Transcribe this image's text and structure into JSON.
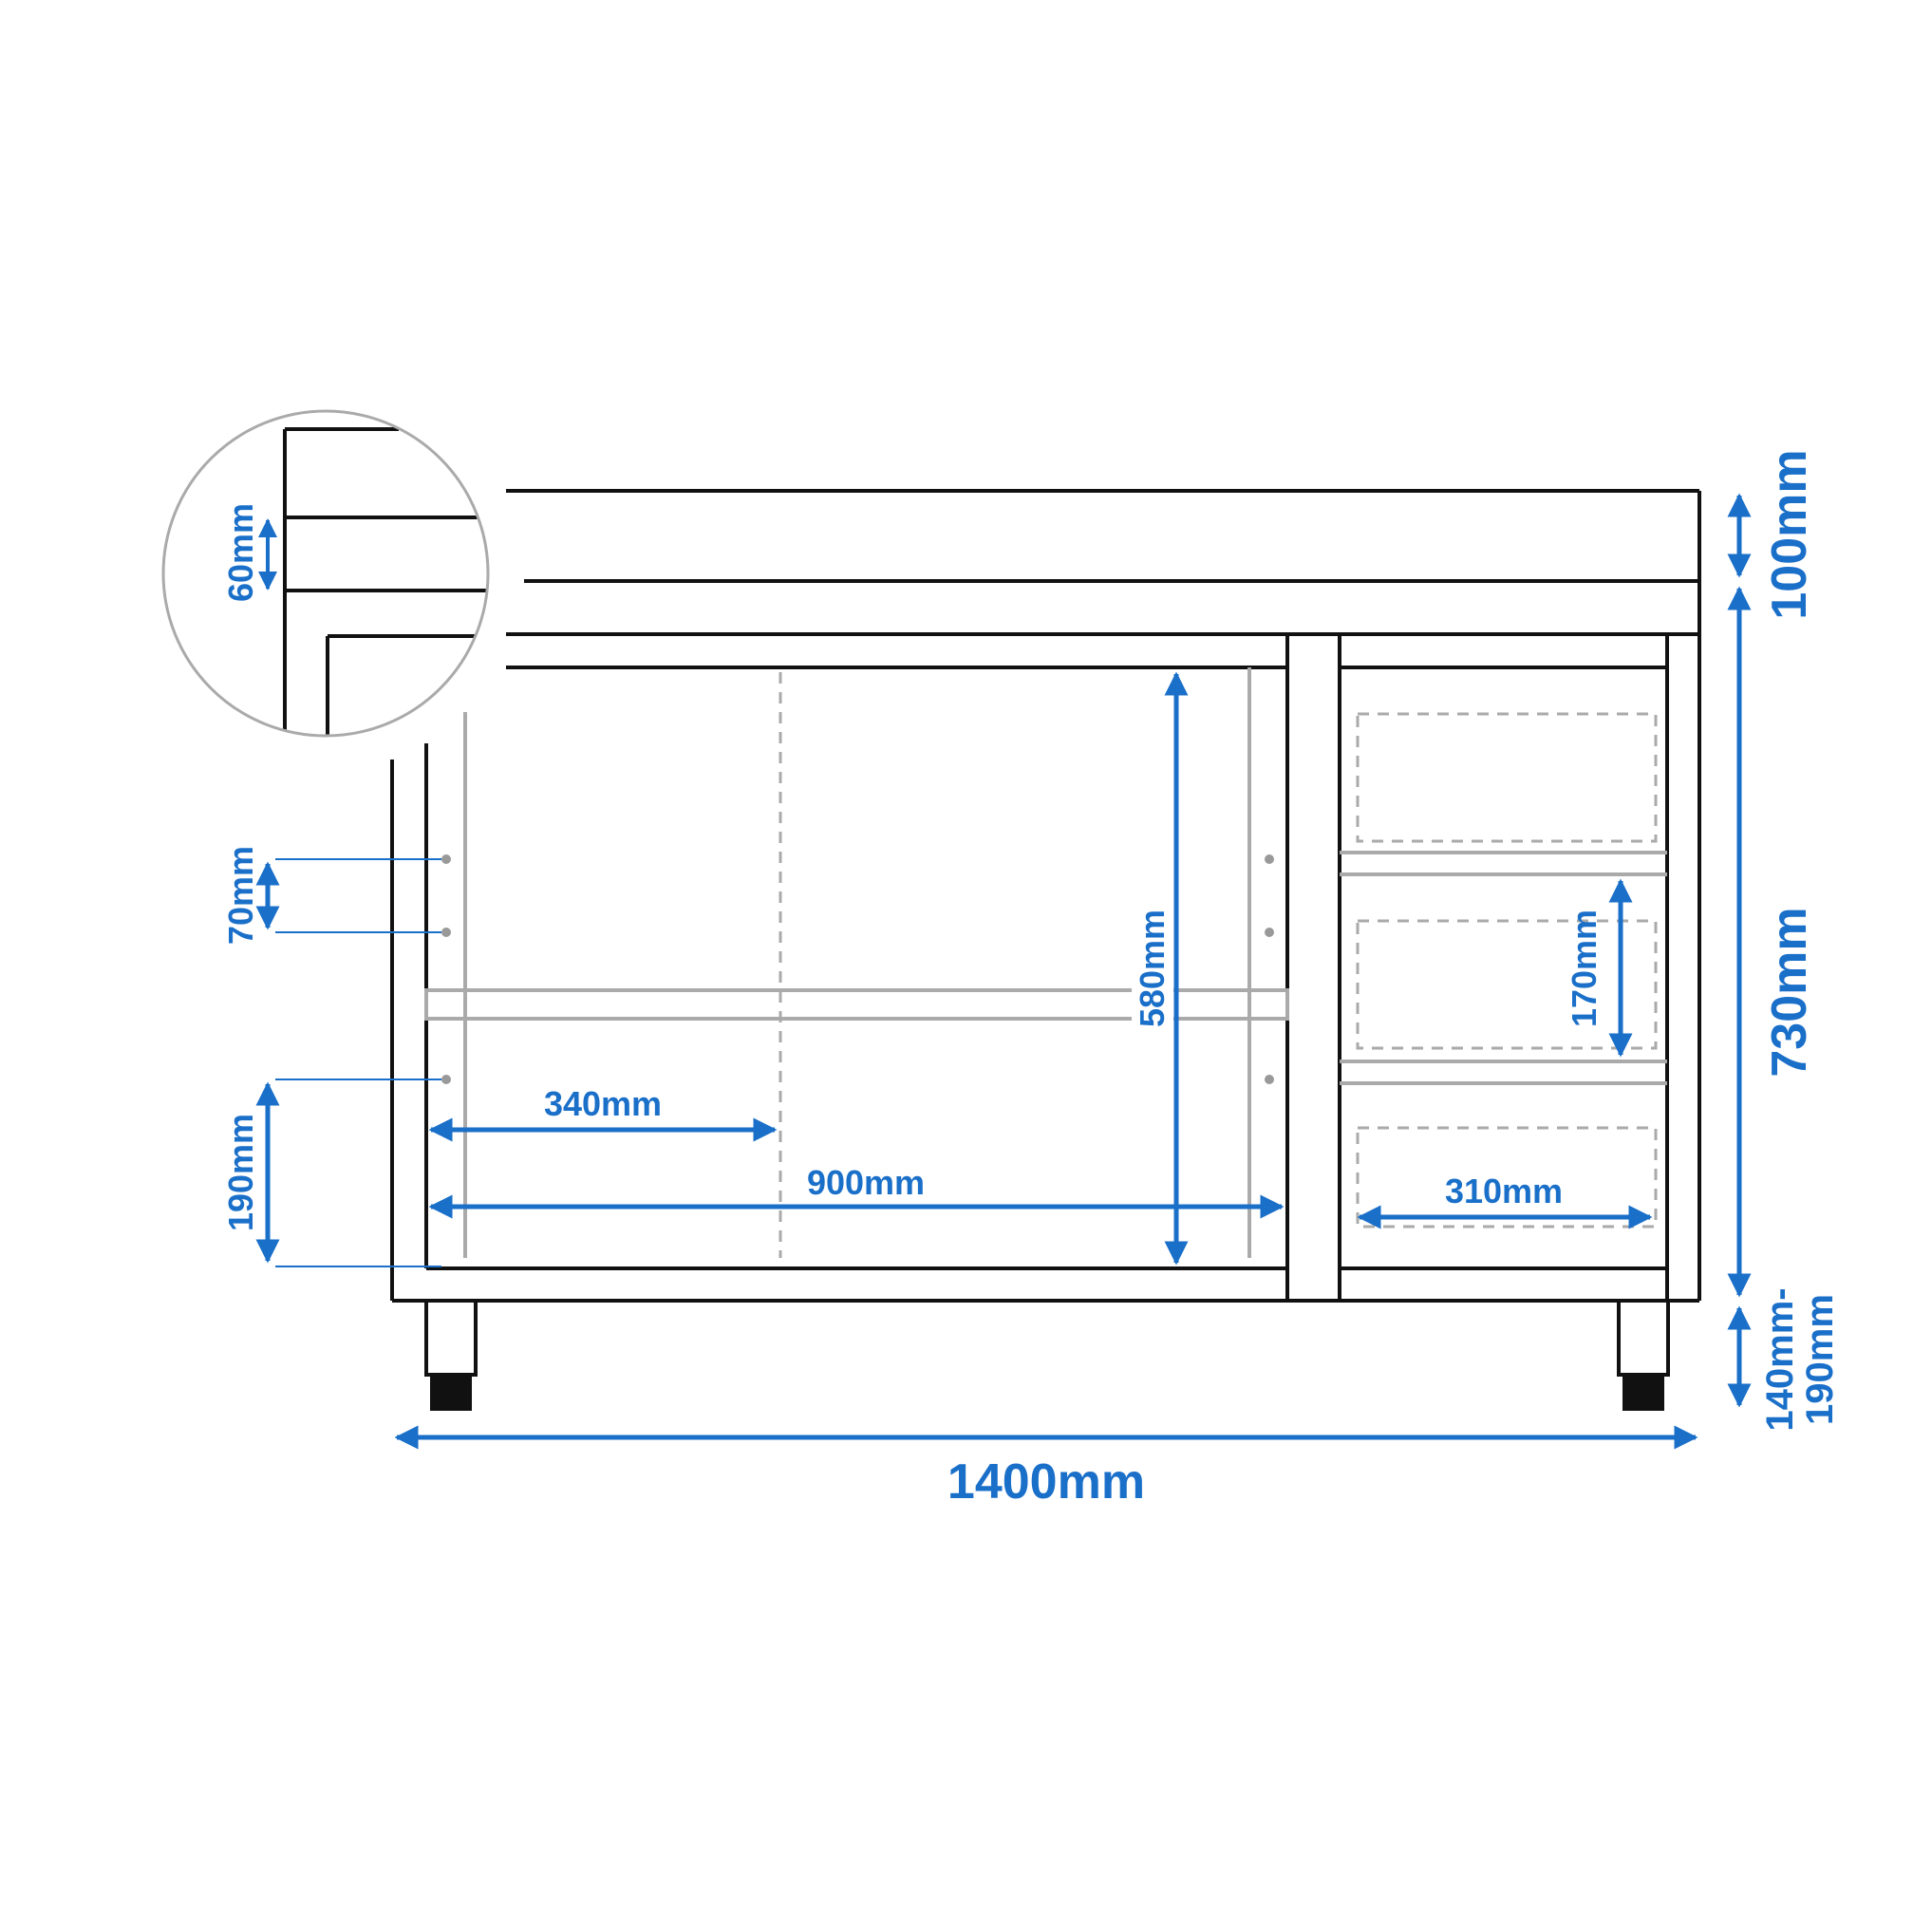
{
  "colors": {
    "dimension": "#1a6fc9",
    "outline": "#111111",
    "inner": "#aaaaaa",
    "background": "#ffffff"
  },
  "dimensions": {
    "overall_width": "1400mm",
    "top_height": "100mm",
    "body_height": "730mm",
    "leg_height_line1": "140mm-",
    "leg_height_line2": "190mm",
    "edge_detail": "60mm",
    "hole_spacing": "70mm",
    "hole_offset": "190mm",
    "inner_height": "580mm",
    "half_width": "340mm",
    "inner_width": "900mm",
    "drawer_height": "170mm",
    "drawer_width": "310mm"
  }
}
